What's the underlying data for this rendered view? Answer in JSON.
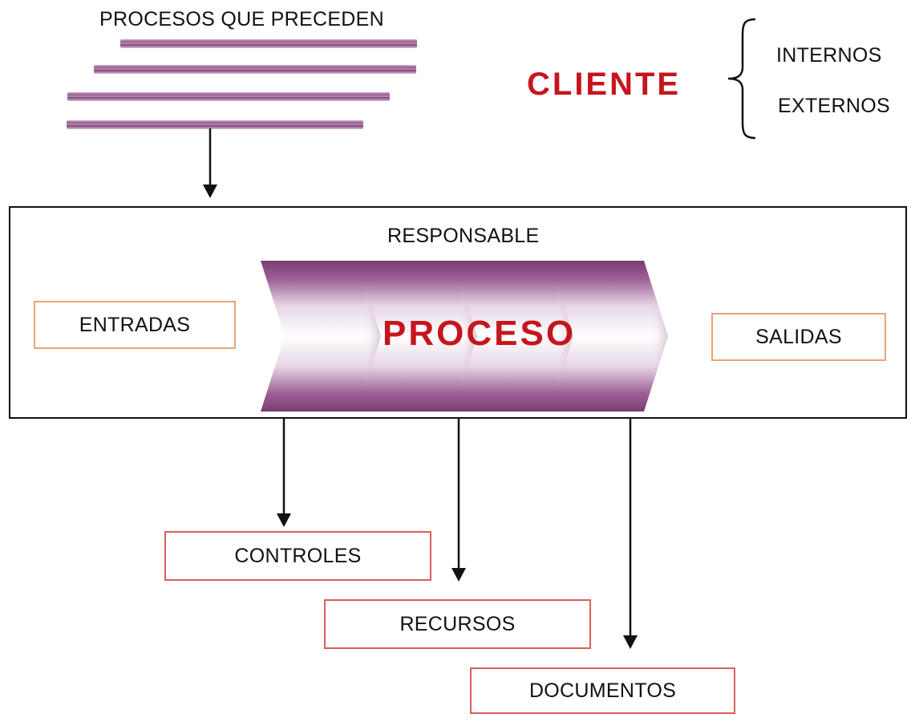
{
  "diagram": {
    "preceding_processes_label": "PROCESOS QUE PRECEDEN",
    "client": {
      "title": "CLIENTE",
      "types": [
        "INTERNOS",
        "EXTERNOS"
      ]
    },
    "responsible_label": "RESPONSABLE",
    "process_label": "PROCESO",
    "inputs_label": "ENTRADAS",
    "outputs_label": "SALIDAS",
    "outputs_below": [
      "CONTROLES",
      "RECURSOS",
      "DOCUMENTOS"
    ]
  },
  "colors": {
    "accent_red": "#c4161c",
    "box_orange_border": "#e8a37a",
    "box_red_border": "#d9605a",
    "stripe_purple": "#8a4a84"
  }
}
